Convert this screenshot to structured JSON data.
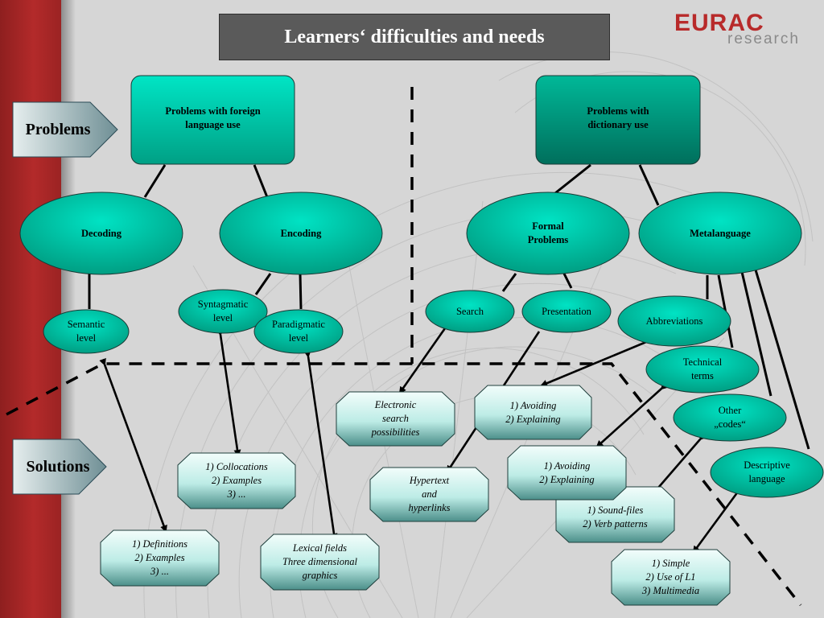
{
  "title": "Learners‘ difficulties and needs",
  "logo": {
    "brand": "EURAC",
    "sub": "research"
  },
  "side_labels": {
    "problems": "Problems",
    "solutions": "Solutions"
  },
  "problems": {
    "foreign": {
      "label": "Problems with foreign\nlanguage use",
      "decoding": "Decoding",
      "encoding": "Encoding",
      "semantic": "Semantic\nlevel",
      "syntagmatic": "Syntagmatic\nlevel",
      "paradigmatic": "Paradigmatic\nlevel"
    },
    "dictionary": {
      "label": "Problems with\ndictionary use",
      "formal": "Formal\nProblems",
      "metalanguage": "Metalanguage",
      "search": "Search",
      "presentation": "Presentation",
      "abbreviations": "Abbreviations",
      "technical": "Technical\nterms",
      "other": "Other\n„codes“",
      "descriptive": "Descriptive\nlanguage"
    }
  },
  "solutions": {
    "definitions": "1) Definitions\n2) Examples\n3) ...",
    "collocations": "1) Collocations\n2) Examples\n3) ...",
    "lexical": "Lexical fields\nThree dimensional\ngraphics",
    "electronic": "Electronic\nsearch\npossibilities",
    "hypertext": "Hypertext\nand\nhyperlinks",
    "avoiding1": "1) Avoiding\n2) Explaining",
    "avoiding2": "1) Avoiding\n2) Explaining",
    "sound": "1) Sound-files\n2) Verb patterns",
    "simple": "1) Simple\n2) Use of L1\n3) Multimedia"
  },
  "colors": {
    "problem_box_light": "#00e0c0",
    "problem_box_dark": "#009b80",
    "solution_fill": "#c8f4ee",
    "solution_dark": "#3a7f7a",
    "accent_red": "#b32a2a"
  }
}
